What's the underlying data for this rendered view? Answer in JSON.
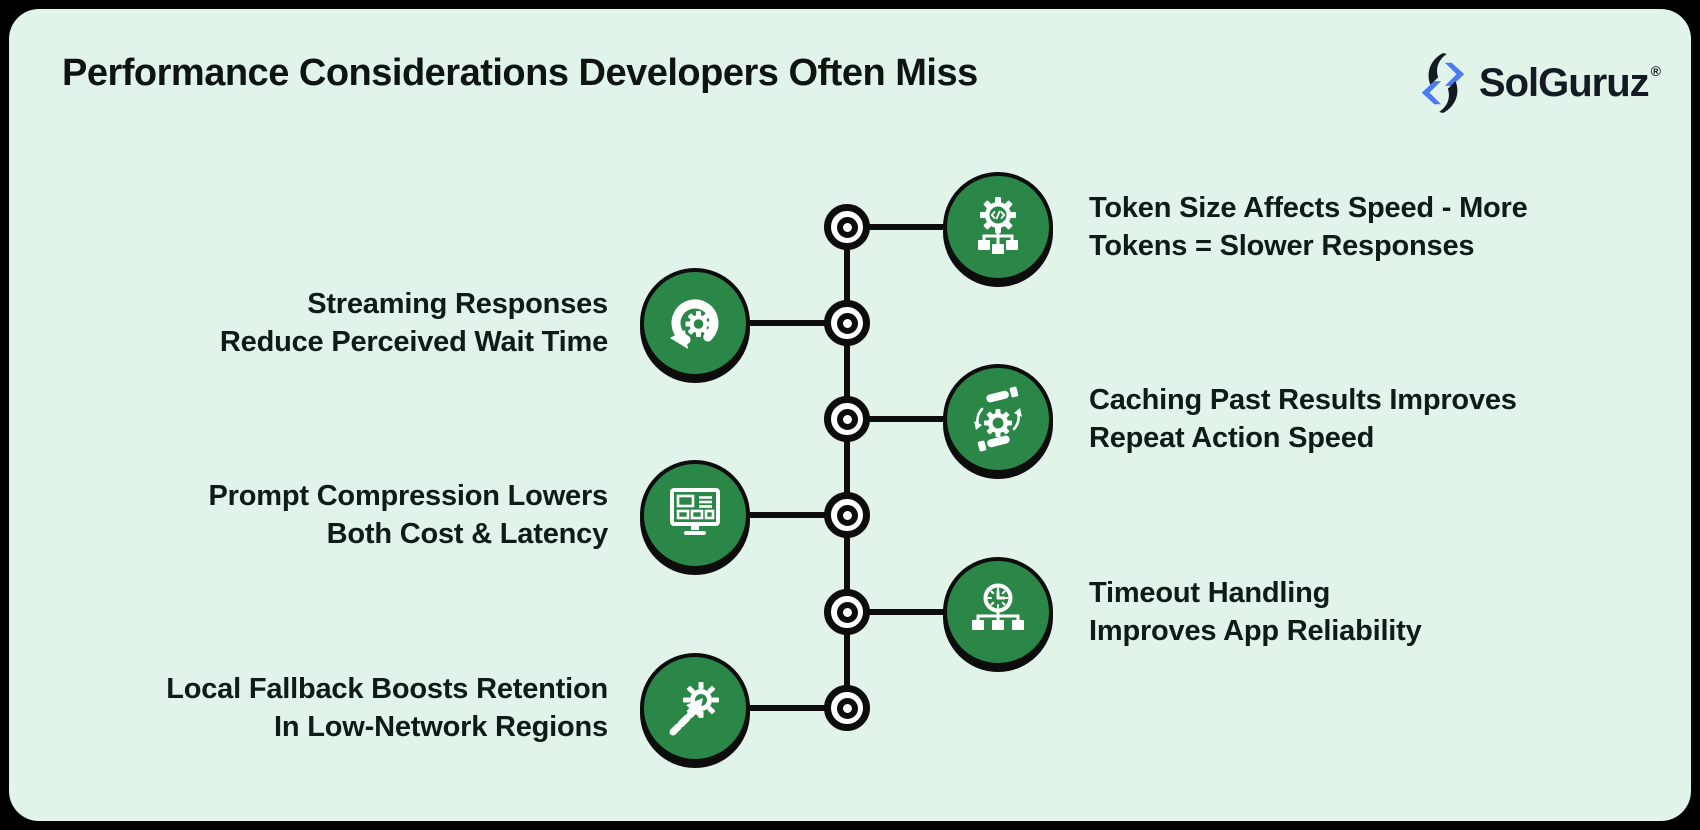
{
  "header": {
    "title": "Performance Considerations Developers Often Miss"
  },
  "brand": {
    "name": "SolGuruz",
    "registered_mark": "®"
  },
  "items": [
    {
      "side": "right",
      "icon": "token-gear-code-icon",
      "lines": [
        "Token Size Affects Speed - More",
        "Tokens = Slower Responses"
      ]
    },
    {
      "side": "left",
      "icon": "streaming-refresh-gear-icon",
      "lines": [
        "Streaming Responses",
        "Reduce Perceived Wait Time"
      ]
    },
    {
      "side": "right",
      "icon": "caching-hands-gear-icon",
      "lines": [
        "Caching Past Results Improves",
        "Repeat Action Speed"
      ]
    },
    {
      "side": "left",
      "icon": "prompt-compression-monitor-icon",
      "lines": [
        "Prompt Compression Lowers",
        "Both Cost & Latency"
      ]
    },
    {
      "side": "right",
      "icon": "timeout-clock-icon",
      "lines": [
        "Timeout Handling",
        "Improves App Reliability"
      ]
    },
    {
      "side": "left",
      "icon": "local-fallback-boost-icon",
      "lines": [
        "Local Fallback Boosts Retention",
        "In Low-Network Regions"
      ]
    }
  ],
  "colors": {
    "panel_bg": "#e2f3e9",
    "accent_green": "#2b8747",
    "outline_black": "#0d0d0d",
    "text": "#101b16",
    "logo_blue": "#4a7cf0",
    "logo_text": "#131a24",
    "frame_bg": "#000000"
  }
}
